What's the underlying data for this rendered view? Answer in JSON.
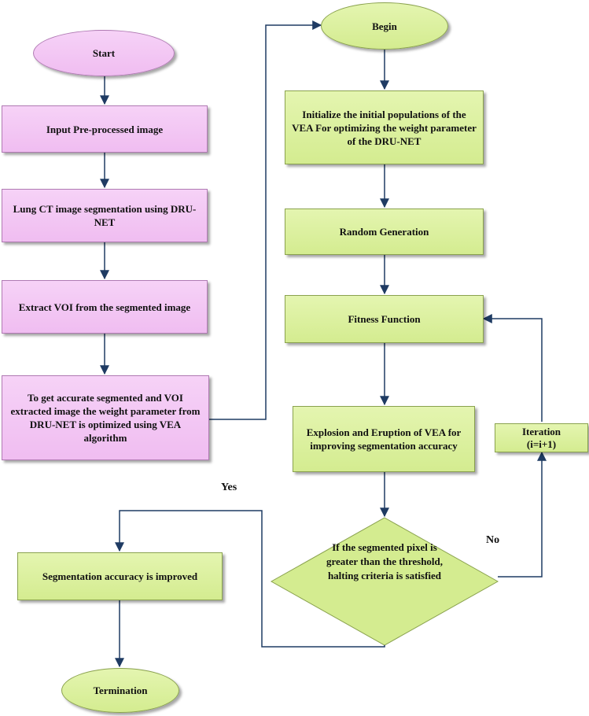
{
  "nodes": {
    "start": "Start",
    "input": "Input Pre-processed image",
    "lung_seg": "Lung CT image segmentation using DRU-NET",
    "extract_voi": "Extract VOI from the segmented image",
    "accurate": "To get accurate segmented and VOI extracted image the weight parameter  from DRU-NET is optimized using VEA algorithm",
    "begin": "Begin",
    "init": "Initialize the initial populations of the VEA For optimizing the weight parameter of the DRU-NET",
    "random": "Random Generation",
    "fitness": "Fitness Function",
    "explosion": "Explosion and Eruption of VEA for improving segmentation accuracy",
    "decision": "If the segmented pixel is greater than the threshold, halting criteria is satisfied",
    "iteration_line1": "Iteration",
    "iteration_line2": "(i=i+1)",
    "seg_accuracy": "Segmentation accuracy is improved",
    "termination": "Termination"
  },
  "edge_labels": {
    "yes": "Yes",
    "no": "No"
  },
  "colors": {
    "pink_fill": "#f0bdf1",
    "green_fill": "#d4ec90",
    "arrow": "#1f3b63"
  }
}
